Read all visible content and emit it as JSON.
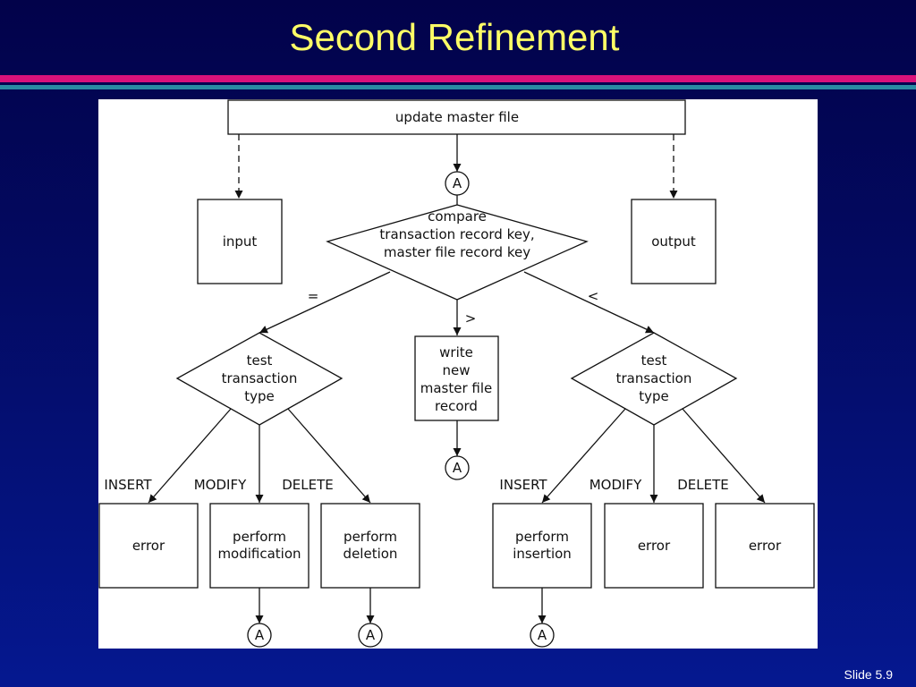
{
  "slide": {
    "title": "Second Refinement",
    "footer": "Slide 5.9"
  },
  "diagram": {
    "top": "update master file",
    "input": "input",
    "output": "output",
    "connector": "A",
    "compare": [
      "compare",
      "transaction record key,",
      "master file record key"
    ],
    "branch_equal": "=",
    "branch_greater": ">",
    "branch_less": "<",
    "write": [
      "write",
      "new",
      "master file",
      "record"
    ],
    "test_left": [
      "test",
      "transaction",
      "type"
    ],
    "test_right": [
      "test",
      "transaction",
      "type"
    ],
    "insert": "INSERT",
    "modify": "MODIFY",
    "delete": "DELETE",
    "error": "error",
    "perform_modification": [
      "perform",
      "modification"
    ],
    "perform_deletion": [
      "perform",
      "deletion"
    ],
    "perform_insertion": [
      "perform",
      "insertion"
    ]
  }
}
